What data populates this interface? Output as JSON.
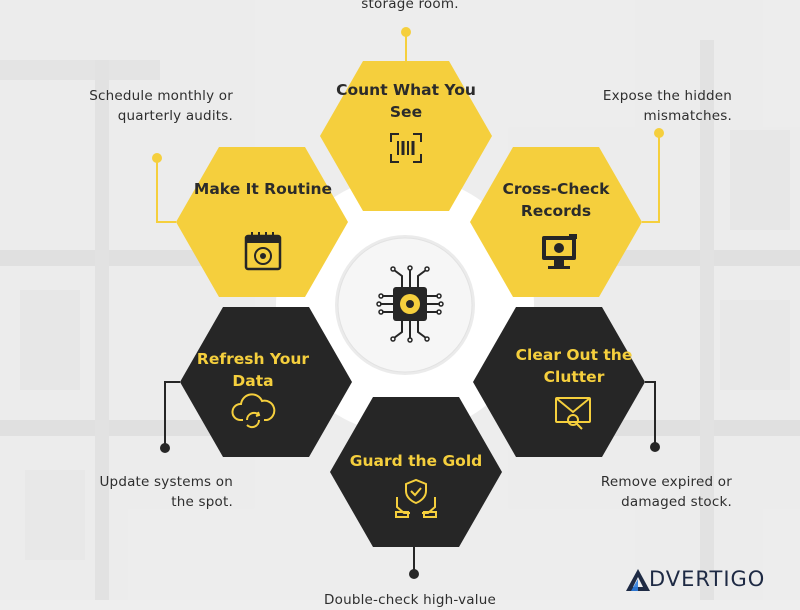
{
  "hexagons": [
    {
      "title": "Count What You See",
      "icon": "barcode-scan-icon",
      "theme": "yellow"
    },
    {
      "title": "Cross-Check Records",
      "icon": "computer-check-icon",
      "theme": "yellow"
    },
    {
      "title": "Clear Out the Clutter",
      "icon": "mail-search-icon",
      "theme": "dark"
    },
    {
      "title": "Guard the Gold",
      "icon": "protected-hands-icon",
      "theme": "dark"
    },
    {
      "title": "Refresh Your Data",
      "icon": "cloud-sync-icon",
      "theme": "dark"
    },
    {
      "title": "Make It Routine",
      "icon": "calendar-cycle-icon",
      "theme": "yellow"
    }
  ],
  "descriptions": {
    "top": "storage room.",
    "top_left": "Schedule monthly or quarterly audits.",
    "top_right": "Expose the hidden mismatches.",
    "bottom_left": "Update systems on the spot.",
    "bottom_right": "Remove expired or damaged stock.",
    "bottom": "Double-check high-value"
  },
  "center_icon": "circuit-gear-icon",
  "brand": {
    "name": "DVERTIGO"
  },
  "colors": {
    "yellow": "#f5cf3d",
    "dark": "#262626",
    "line_yellow": "#f5cf3d",
    "line_dark": "#262626",
    "brand": "#1e2a44"
  }
}
